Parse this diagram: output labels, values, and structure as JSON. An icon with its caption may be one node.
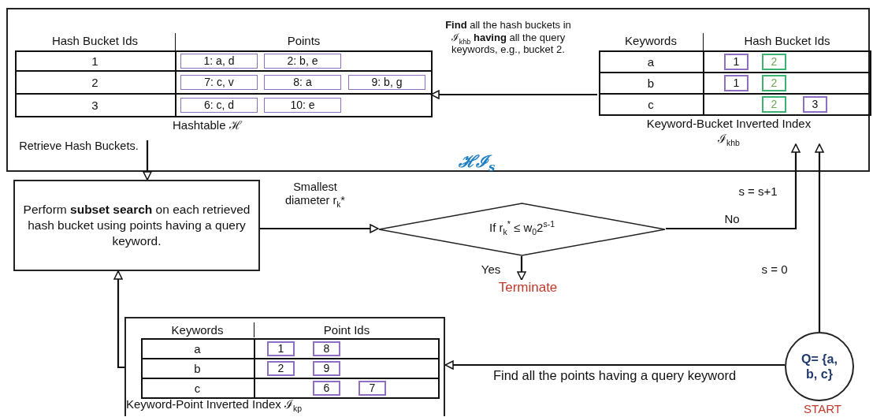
{
  "diagram": {
    "nodes": [
      {
        "text": [
          "ℋℐ$_{s}$"
        ]
      },
      {
        "text": [
          "Hash Bucket Ids",
          "Points",
          "1",
          "1: a, d",
          "2: b, e",
          "2",
          "7: c, v",
          "8:  a",
          "9: b, g",
          "3",
          "6: c, d",
          "10: e",
          "Hashtable ℋ"
        ],
        "in": 0
      },
      {
        "text": [
          "Keywords",
          "Hash Bucket Ids",
          "a",
          "1",
          "2",
          "b",
          "1",
          "2",
          "c",
          "2",
          "3",
          "Keyword-Bucket Inverted Index ℐ$_{khb}$"
        ],
        "in": 0
      },
      {
        "text": [
          "Perform **subset search** on each retrieved hash bucket using points having a query keyword."
        ]
      },
      {
        "text": [
          "If r$_{k}$$^{*}$ ≤ w$_{0}$2$^{s-1}$"
        ]
      },
      {
        "text": [
          "Terminate"
        ]
      },
      {
        "text": [
          "Keywords",
          "Point Ids",
          "a",
          "1",
          "8",
          "b",
          "2",
          "9",
          "c",
          "6",
          "7",
          "Keyword-Point Inverted Index ℐ$_{kp}$"
        ]
      },
      {
        "text": [
          "Q= {a, b, c}"
        ],
        "beside": [
          "START"
        ]
      }
    ],
    "edges": [
      {
        "from": 2,
        "to": 1,
        "arrow": "to",
        "label": "**Find** all the hash buckets in ℐ$_{khb}$ **having** all the query keywords, e.g., bucket 2."
      },
      {
        "from": 1,
        "to": 3,
        "arrow": "to",
        "label": "Retrieve Hash Buckets."
      },
      {
        "from": 3,
        "to": 4,
        "arrow": "to",
        "label": "Smallest diameter r$_{k}$*"
      },
      {
        "from": 4,
        "to": 5,
        "arrow": "to",
        "label": "Yes"
      },
      {
        "from": 4,
        "to": 2,
        "arrow": "to",
        "label": "No"
      },
      {
        "from": 7,
        "to": 2,
        "arrow": "to",
        "label": "s = 0"
      },
      {
        "from": 7,
        "to": 6,
        "arrow": "to",
        "label": "Find all the points having a query keyword"
      },
      {
        "from": 6,
        "to": 3,
        "arrow": "to"
      }
    ],
    "labels": [
      "s = s+1"
    ]
  }
}
